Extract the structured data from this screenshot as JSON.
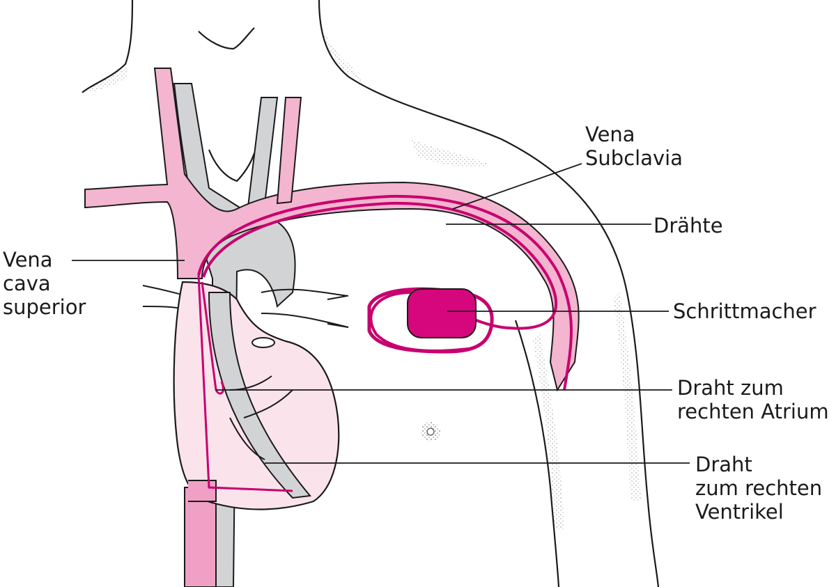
{
  "labels": {
    "vena_subclavia": [
      "Vena",
      "Subclavia"
    ],
    "drahte": "Drähte",
    "vena_cava_superior": [
      "Vena",
      "cava",
      "superior"
    ],
    "schrittmacher": "Schrittmacher",
    "draht_atrium": [
      "Draht zum",
      "rechten Atrium"
    ],
    "draht_ventrikel": [
      "Draht",
      "zum rechten",
      "Ventrikel"
    ]
  },
  "colors": {
    "vein_pink": "#f3b5cf",
    "vein_pink_dark": "#e592b6",
    "artery_gray": "#d2d3d5",
    "heart_fill": "#fbe3ec",
    "wire_magenta": "#c8006f",
    "device_magenta": "#d6077d",
    "outline": "#1a1a1a"
  }
}
